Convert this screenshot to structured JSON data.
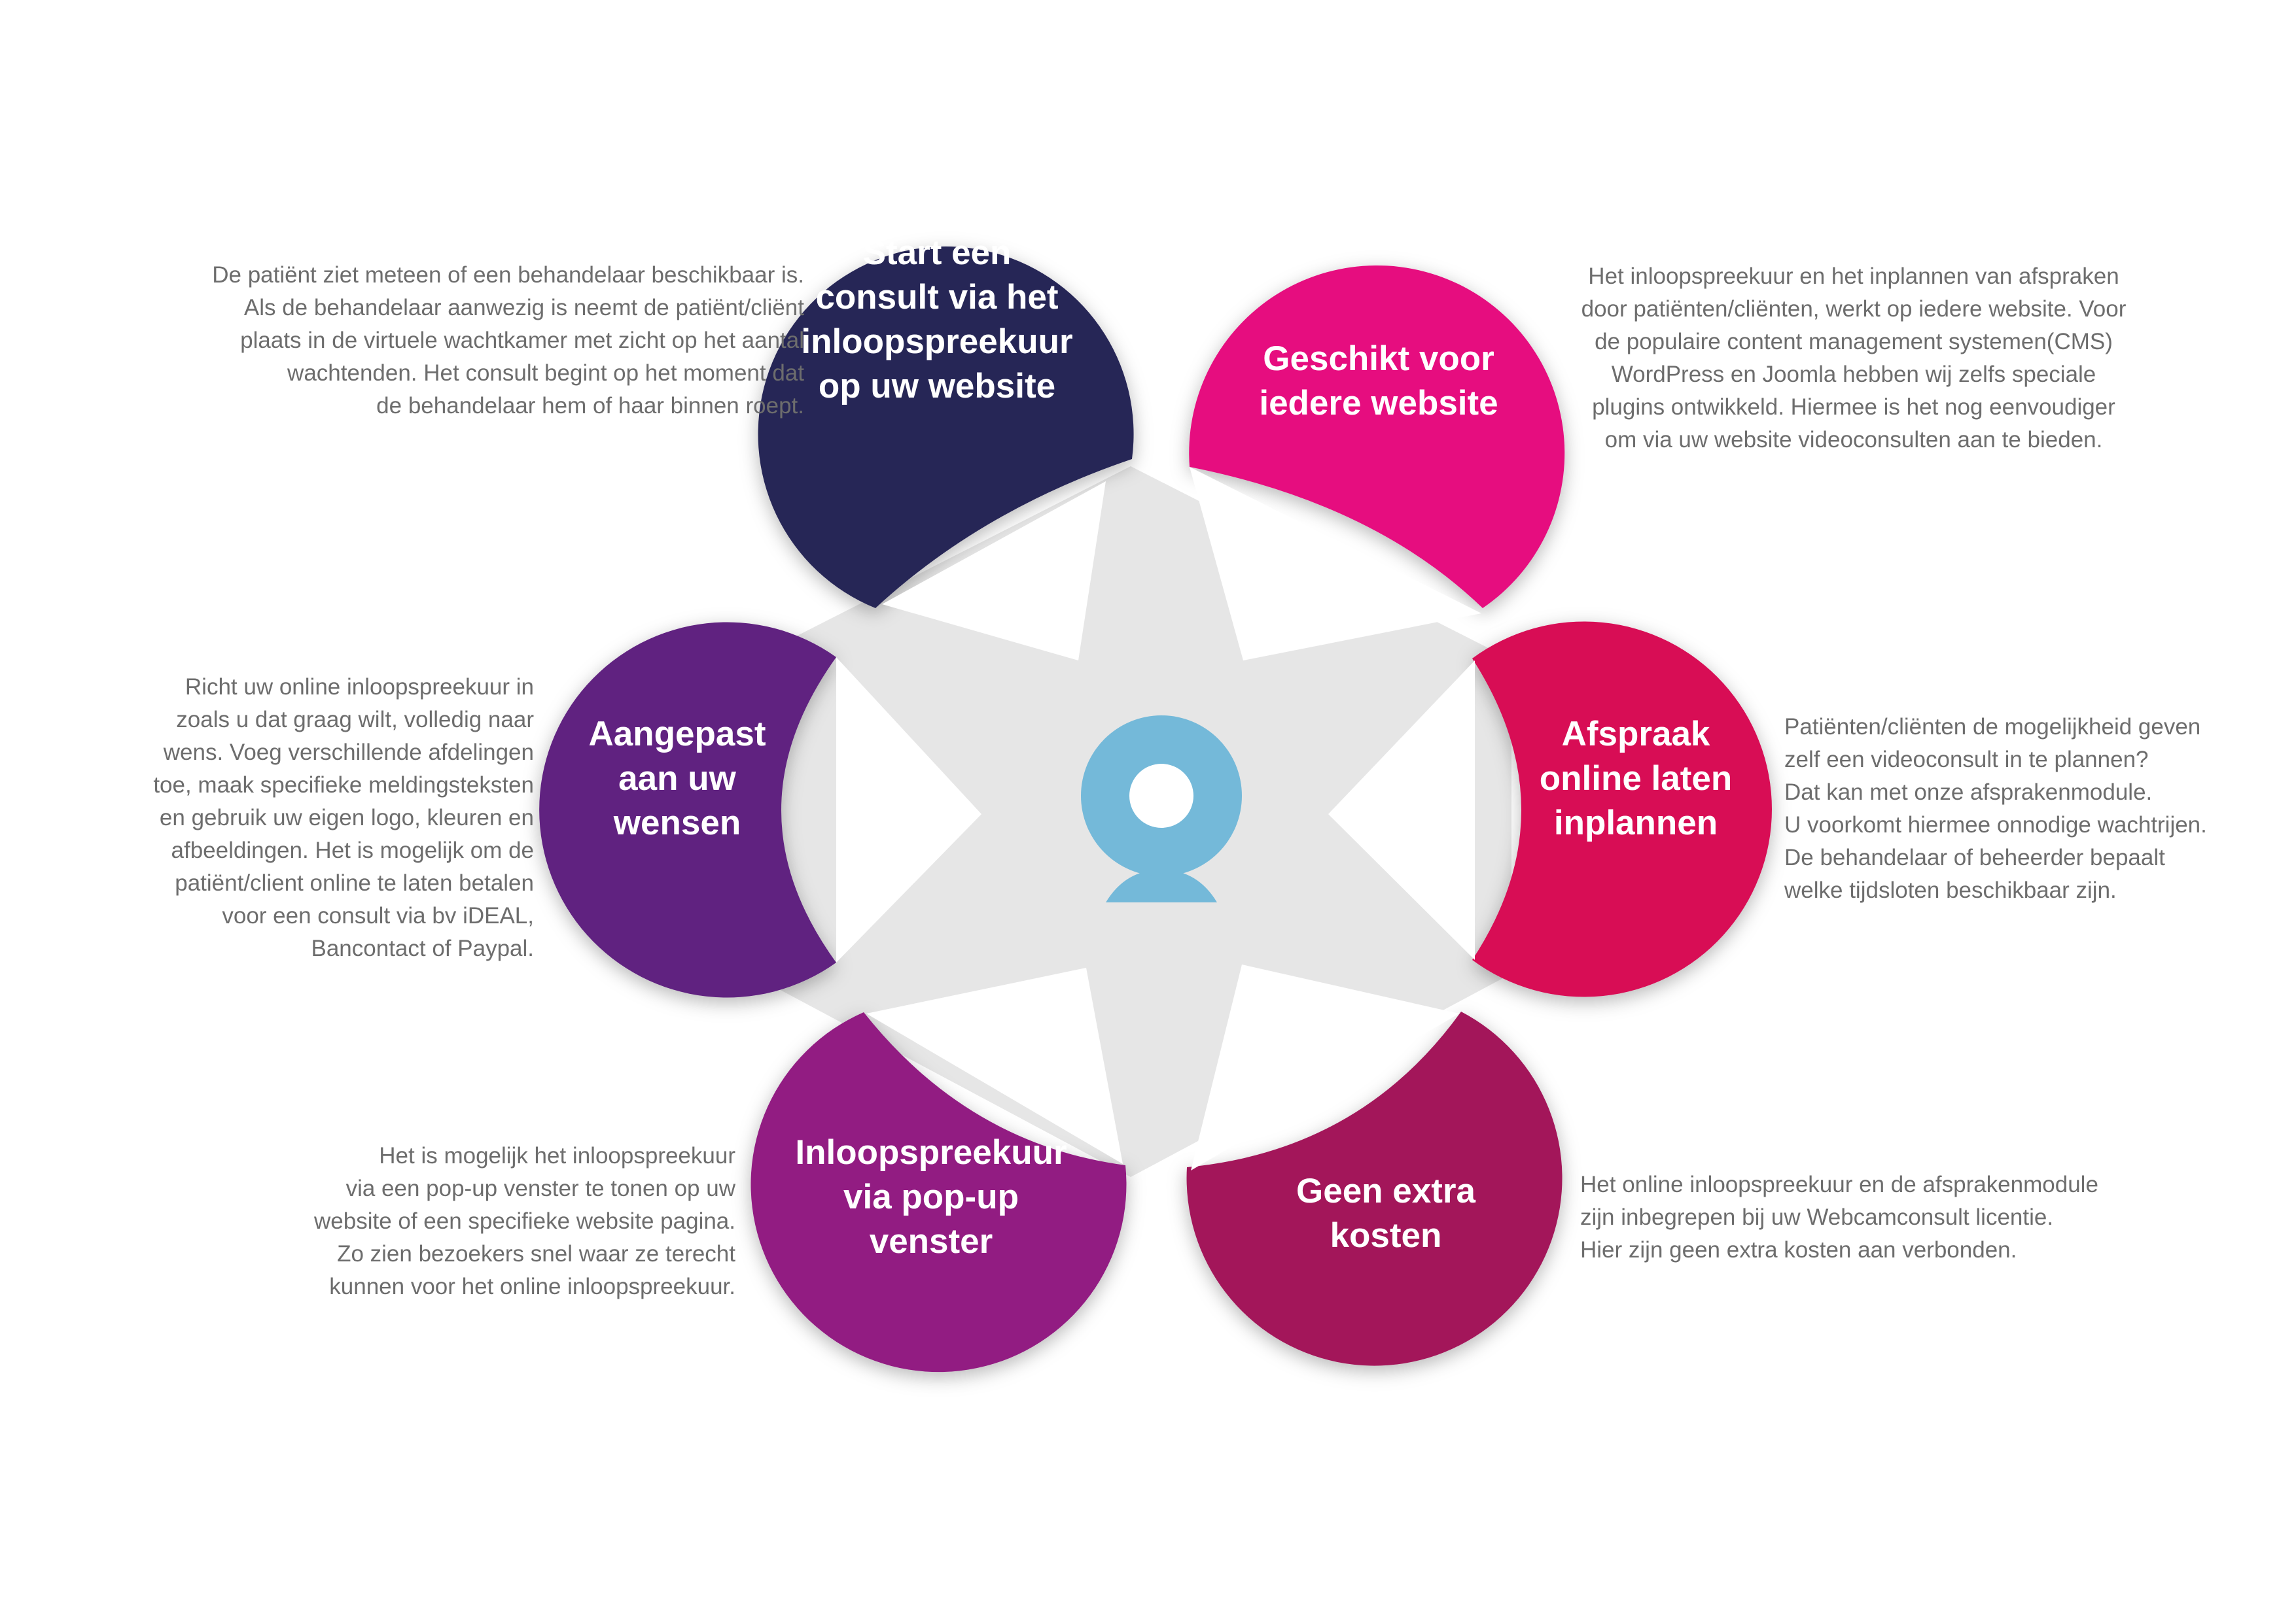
{
  "colors": {
    "star": "#e6e6e6",
    "logo": "#74b9d9",
    "text": "#6d6d6d",
    "title": "#ffffff"
  },
  "logo": {
    "icon": "webcam-icon"
  },
  "petals": [
    {
      "id": "inloop",
      "color": "#282556",
      "title_lines": [
        "Start een",
        "consult via het",
        "inloopspreekuur",
        "op uw website"
      ],
      "desc_lines": [
        "De patiënt ziet meteen of een behandelaar beschikbaar is.",
        "Als de behandelaar aanwezig is neemt de patiënt/cliënt",
        "plaats in de virtuele wachtkamer met zicht op het aantal",
        "wachtenden. Het consult begint op het moment dat",
        "de behandelaar hem of haar binnen roept."
      ]
    },
    {
      "id": "website",
      "color": "#e60c7f",
      "title_lines": [
        "Geschikt voor",
        "iedere website"
      ],
      "desc_lines": [
        "Het inloopspreekuur en het inplannen van afspraken",
        "door patiënten/cliënten, werkt op iedere website. Voor",
        "de populaire content management systemen(CMS)",
        "WordPress en Joomla hebben wij zelfs speciale",
        "plugins ontwikkeld. Hiermee is het nog eenvoudiger",
        "om via uw website videoconsulten aan te bieden."
      ]
    },
    {
      "id": "afspraak",
      "color": "#d80a55",
      "title_lines": [
        "Afspraak",
        "online laten",
        "inplannen"
      ],
      "desc_lines": [
        "Patiënten/cliënten de mogelijkheid geven",
        "zelf een videoconsult in te plannen?",
        "Dat kan met onze afsprakenmodule.",
        "U voorkomt hiermee onnodige wachtrijen.",
        "De behandelaar of beheerder bepaalt",
        "welke tijdsloten beschikbaar zijn."
      ]
    },
    {
      "id": "kosten",
      "color": "#a3175a",
      "title_lines": [
        "Geen extra",
        "kosten"
      ],
      "desc_lines": [
        "Het online inloopspreekuur en de afsprakenmodule",
        "zijn inbegrepen bij uw Webcamconsult licentie.",
        "Hier zijn geen extra kosten aan verbonden."
      ]
    },
    {
      "id": "popup",
      "color": "#921a82",
      "title_lines": [
        "Inloopspreekuur",
        "via pop-up",
        "venster"
      ],
      "desc_lines": [
        "Het is mogelijk het inloopspreekuur",
        "via een pop-up venster te tonen op uw",
        "website of een specifieke website pagina.",
        "Zo zien bezoekers snel waar ze terecht",
        "kunnen voor het online inloopspreekuur."
      ]
    },
    {
      "id": "wensen",
      "color": "#612080",
      "title_lines": [
        "Aangepast",
        "aan uw",
        "wensen"
      ],
      "desc_lines": [
        "Richt uw online inloopspreekuur in",
        "zoals u dat graag wilt, volledig naar",
        "wens. Voeg verschillende afdelingen",
        "toe, maak specifieke meldingsteksten",
        "en gebruik uw eigen logo, kleuren en",
        "afbeeldingen. Het is mogelijk om  de",
        "patiënt/client online te laten betalen",
        "voor  een consult via bv iDEAL,",
        "Bancontact  of Paypal."
      ]
    }
  ]
}
